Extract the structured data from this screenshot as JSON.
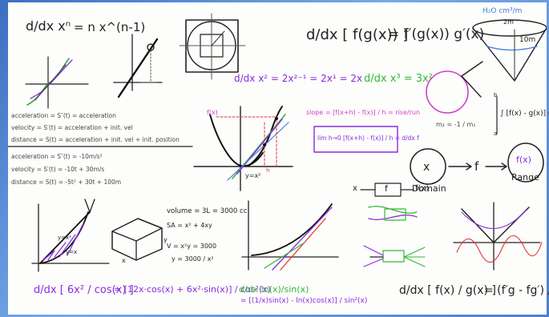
{
  "power_rule": {
    "lhs": "d/dx xⁿ",
    "rhs": "= n x^(n-1)"
  },
  "chain_rule": {
    "lhs": "d/dx [ f(g(x)) ]",
    "rhs": "= f′(g(x)) g′(x)"
  },
  "cone": {
    "top_label": "H₂O  cm³/m",
    "side_label": "10m",
    "radius_label": "2m"
  },
  "power_examples": {
    "a": "d/dx x² = 2x²⁻¹ = 2x¹ = 2x",
    "b": "d/dx x³ = 3x²"
  },
  "motion1": {
    "accel": "acceleration = S″(t) = acceleration",
    "velocity": "velocity = S′(t) = acceleration + init. vel",
    "distance": "distance = S(t) = acceleration + init. vel + init. position"
  },
  "motion2": {
    "accel": "acceleration = S″(t) = -10m/s²",
    "velocity": "velocity = S′(t) = -10t + 30m/s",
    "distance": "distance = S(t) = -5t² + 30t + 100m"
  },
  "tangent_graph": {
    "f_label": "f(x)",
    "curve_label": "y=x²",
    "h_label": "h"
  },
  "slope": {
    "line": "slope = [f(x+h) - f(x)] / h = rise/run",
    "limit": "lim h→0 [f(x+h) - f(x)] / h = d/dx f"
  },
  "integral": {
    "expr": "∫ [f(x) - g(x)] dx",
    "lower": "a",
    "upper": "b",
    "perp": "m₂ = -1 / m₁"
  },
  "function_map": {
    "domain_value": "x",
    "domain_label": "Domain",
    "f": "f",
    "range_value": "f(x)",
    "range_label": "Range"
  },
  "composition": {
    "x": "x",
    "f": "f",
    "fx": "f(x)"
  },
  "volume": {
    "title": "volume = 3L = 3000 cc",
    "sa": "SA = x² + 4xy",
    "v": "V = x²y = 3000",
    "y": "y = 3000 / x²",
    "label_x": "x",
    "label_y": "y"
  },
  "area_labels": {
    "upper": "y=x²",
    "lower": "y=x"
  },
  "quotient_example": {
    "lhs": "d/dx [ 6x² / cos(x) ]",
    "rhs": "= [12x·cos(x) + 6x²·sin(x)] / cos²(x)"
  },
  "ln_example": {
    "lhs": "d/dx ln(x)/sin(x)",
    "rhs": "= [(1/x)sin(x) - ln(x)cos(x)] / sin²(x)"
  },
  "quotient_rule": {
    "lhs": "d/dx [ f(x) / g(x) ]",
    "rhs": "= (f′g - fg′) / g²"
  },
  "colors": {
    "ink": "#1e1e1e",
    "purple": "#8a2be2",
    "magenta": "#d040c8",
    "green": "#33b833",
    "red": "#e03838",
    "board": "#fdfdfb",
    "frame": "#4b7fd0"
  }
}
